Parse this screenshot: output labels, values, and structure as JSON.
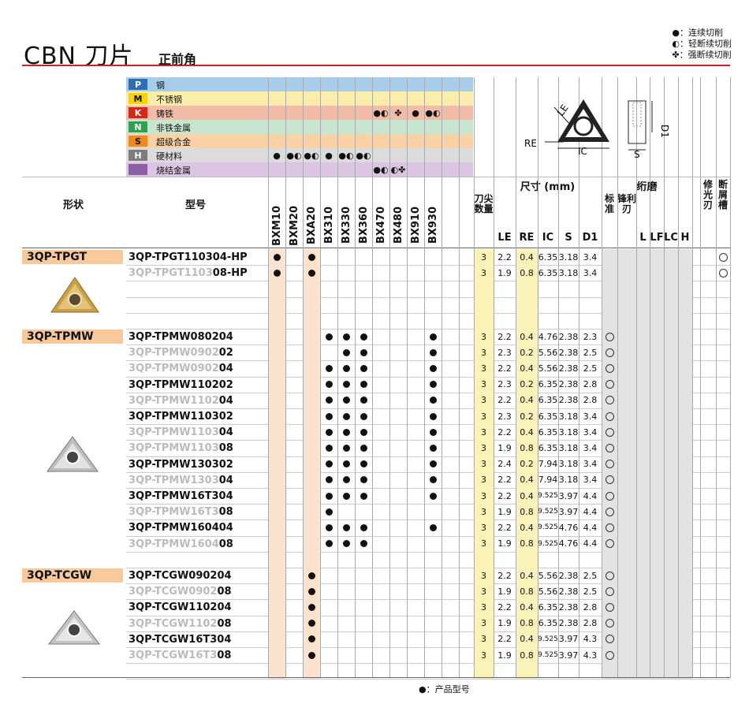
{
  "title": "CBN 刀片",
  "subtitle": "正前角",
  "legend": [
    "●：连续切削",
    "◐：轻断续切削",
    "✤：强断续切削"
  ],
  "materials": [
    {
      "code": "P",
      "name": "钢",
      "color": "#a7cdea",
      "code_bg": "#2f6eb5",
      "code_fg": "#ffffff"
    },
    {
      "code": "M",
      "name": "不锈钢",
      "color": "#fbeeaa",
      "code_bg": "#f5d400",
      "code_fg": "#111111"
    },
    {
      "code": "K",
      "name": "铸铁",
      "color": "#f3bca6",
      "code_bg": "#d72518",
      "code_fg": "#ffffff"
    },
    {
      "code": "N",
      "name": "非铁金属",
      "color": "#c8e6cf",
      "code_bg": "#2ea24f",
      "code_fg": "#ffffff"
    },
    {
      "code": "S",
      "name": "超级合金",
      "color": "#fbd2a6",
      "code_bg": "#ec8a1a",
      "code_fg": "#111111"
    },
    {
      "code": "H",
      "name": "硬材料",
      "color": "#dcdcdc",
      "code_bg": "#7d7d7d",
      "code_fg": "#ffffff"
    },
    {
      "code": "",
      "name": "烧结金属",
      "color": "#dcc5e2",
      "code_bg": "#8e5fa5",
      "code_fg": "#ffffff"
    }
  ],
  "material_marks": {
    "K": {
      "BX470": "●◐",
      "BX480": "✤",
      "BX910": "●",
      "BX930": "●◐"
    },
    "H": {
      "BXM10": "●",
      "BXM20": "●◐",
      "BXA20": "●◐",
      "BX310": "●",
      "BX330": "●◐",
      "BX360": "●◐"
    },
    "sint": {
      "BX470": "●◐",
      "BX480": "◐✤"
    }
  },
  "headers": {
    "shape": "形状",
    "model": "型号",
    "dims": "尺寸 (mm)",
    "honing": "绗磨",
    "tips": "刀尖数量",
    "le": "LE",
    "re": "RE",
    "ic": "IC",
    "s": "S",
    "d1": "D1",
    "std": "标准",
    "sharp": "锋利刃",
    "l": "L",
    "lf": "LF",
    "lc": "LC",
    "h": "H",
    "wiper": "修光刃",
    "breaker": "断屑槽"
  },
  "grades": [
    "BXM10",
    "BXM20",
    "BXA20",
    "BX310",
    "BX330",
    "BX360",
    "BX470",
    "BX480",
    "BX910",
    "BX930"
  ],
  "groups": [
    {
      "name": "3QP-TPGT",
      "rows": [
        {
          "pre": "",
          "main": "3QP-TPGT110304-HP",
          "g": [
            0,
            2
          ],
          "d": [
            "3",
            "2.2",
            "0.4",
            "6.35",
            "3.18",
            "3.4"
          ],
          "std": false,
          "brk": true
        },
        {
          "pre": "3QP-TPGT1103",
          "main": "08-HP",
          "g": [
            0,
            2
          ],
          "d": [
            "3",
            "1.9",
            "0.8",
            "6.35",
            "3.18",
            "3.4"
          ],
          "std": false,
          "brk": true
        }
      ]
    },
    {
      "name": "3QP-TPMW",
      "rows": [
        {
          "pre": "",
          "main": "3QP-TPMW080204",
          "g": [
            3,
            4,
            5,
            9
          ],
          "d": [
            "3",
            "2.2",
            "0.4",
            "4.76",
            "2.38",
            "2.3"
          ],
          "std": true
        },
        {
          "pre": "3QP-TPMW0902",
          "main": "02",
          "g": [
            4,
            5,
            9
          ],
          "d": [
            "3",
            "2.3",
            "0.2",
            "5.56",
            "2.38",
            "2.5"
          ],
          "std": true
        },
        {
          "pre": "3QP-TPMW0902",
          "main": "04",
          "g": [
            3,
            4,
            5,
            9
          ],
          "d": [
            "3",
            "2.2",
            "0.4",
            "5.56",
            "2.38",
            "2.5"
          ],
          "std": true
        },
        {
          "pre": "",
          "main": "3QP-TPMW110202",
          "g": [
            3,
            4,
            5,
            9
          ],
          "d": [
            "3",
            "2.3",
            "0.2",
            "6.35",
            "2.38",
            "2.8"
          ],
          "std": true
        },
        {
          "pre": "3QP-TPMW1102",
          "main": "04",
          "g": [
            3,
            4,
            5,
            9
          ],
          "d": [
            "3",
            "2.2",
            "0.4",
            "6.35",
            "2.38",
            "2.8"
          ],
          "std": true
        },
        {
          "pre": "",
          "main": "3QP-TPMW110302",
          "g": [
            3,
            4,
            5,
            9
          ],
          "d": [
            "3",
            "2.3",
            "0.2",
            "6.35",
            "3.18",
            "3.4"
          ],
          "std": true
        },
        {
          "pre": "3QP-TPMW1103",
          "main": "04",
          "g": [
            3,
            4,
            5,
            9
          ],
          "d": [
            "3",
            "2.2",
            "0.4",
            "6.35",
            "3.18",
            "3.4"
          ],
          "std": true
        },
        {
          "pre": "3QP-TPMW1103",
          "main": "08",
          "g": [
            3,
            4,
            5,
            9
          ],
          "d": [
            "3",
            "1.9",
            "0.8",
            "6.35",
            "3.18",
            "3.4"
          ],
          "std": true
        },
        {
          "pre": "",
          "main": "3QP-TPMW130302",
          "g": [
            3,
            4,
            5,
            9
          ],
          "d": [
            "3",
            "2.4",
            "0.2",
            "7.94",
            "3.18",
            "3.4"
          ],
          "std": true
        },
        {
          "pre": "3QP-TPMW1303",
          "main": "04",
          "g": [
            3,
            4,
            5,
            9
          ],
          "d": [
            "3",
            "2.2",
            "0.4",
            "7.94",
            "3.18",
            "3.4"
          ],
          "std": true
        },
        {
          "pre": "",
          "main": "3QP-TPMW16T304",
          "g": [
            3,
            4,
            5,
            9
          ],
          "d": [
            "3",
            "2.2",
            "0.4",
            "9.525",
            "3.97",
            "4.4"
          ],
          "std": true
        },
        {
          "pre": "3QP-TPMW16T3",
          "main": "08",
          "g": [
            3
          ],
          "d": [
            "3",
            "1.9",
            "0.8",
            "9.525",
            "3.97",
            "4.4"
          ],
          "std": true
        },
        {
          "pre": "",
          "main": "3QP-TPMW160404",
          "g": [
            3,
            4,
            5,
            9
          ],
          "d": [
            "3",
            "2.2",
            "0.4",
            "9.525",
            "4.76",
            "4.4"
          ],
          "std": true
        },
        {
          "pre": "3QP-TPMW1604",
          "main": "08",
          "g": [
            3,
            4,
            5
          ],
          "d": [
            "3",
            "1.9",
            "0.8",
            "9.525",
            "4.76",
            "4.4"
          ],
          "std": true
        }
      ]
    },
    {
      "name": "3QP-TCGW",
      "rows": [
        {
          "pre": "",
          "main": "3QP-TCGW090204",
          "g": [
            2
          ],
          "d": [
            "3",
            "2.2",
            "0.4",
            "5.56",
            "2.38",
            "2.5"
          ],
          "std": true
        },
        {
          "pre": "3QP-TCGW0902",
          "main": "08",
          "g": [
            2
          ],
          "d": [
            "3",
            "1.9",
            "0.8",
            "5.56",
            "2.38",
            "2.5"
          ],
          "std": true
        },
        {
          "pre": "",
          "main": "3QP-TCGW110204",
          "g": [
            2
          ],
          "d": [
            "3",
            "2.2",
            "0.4",
            "6.35",
            "2.38",
            "2.8"
          ],
          "std": true
        },
        {
          "pre": "3QP-TCGW1102",
          "main": "08",
          "g": [
            2
          ],
          "d": [
            "3",
            "1.9",
            "0.8",
            "6.35",
            "2.38",
            "2.8"
          ],
          "std": true
        },
        {
          "pre": "",
          "main": "3QP-TCGW16T304",
          "g": [
            2
          ],
          "d": [
            "3",
            "2.2",
            "0.4",
            "9.525",
            "3.97",
            "4.3"
          ],
          "std": true
        },
        {
          "pre": "3QP-TCGW16T3",
          "main": "08",
          "g": [
            2
          ],
          "d": [
            "3",
            "1.9",
            "0.8",
            "9.525",
            "3.97",
            "4.3"
          ],
          "std": true
        }
      ]
    }
  ],
  "diagram": {
    "le": "LE",
    "re": "RE",
    "ic": "IC",
    "s": "S",
    "d1": "D1"
  },
  "footnote": "●：产品型号"
}
